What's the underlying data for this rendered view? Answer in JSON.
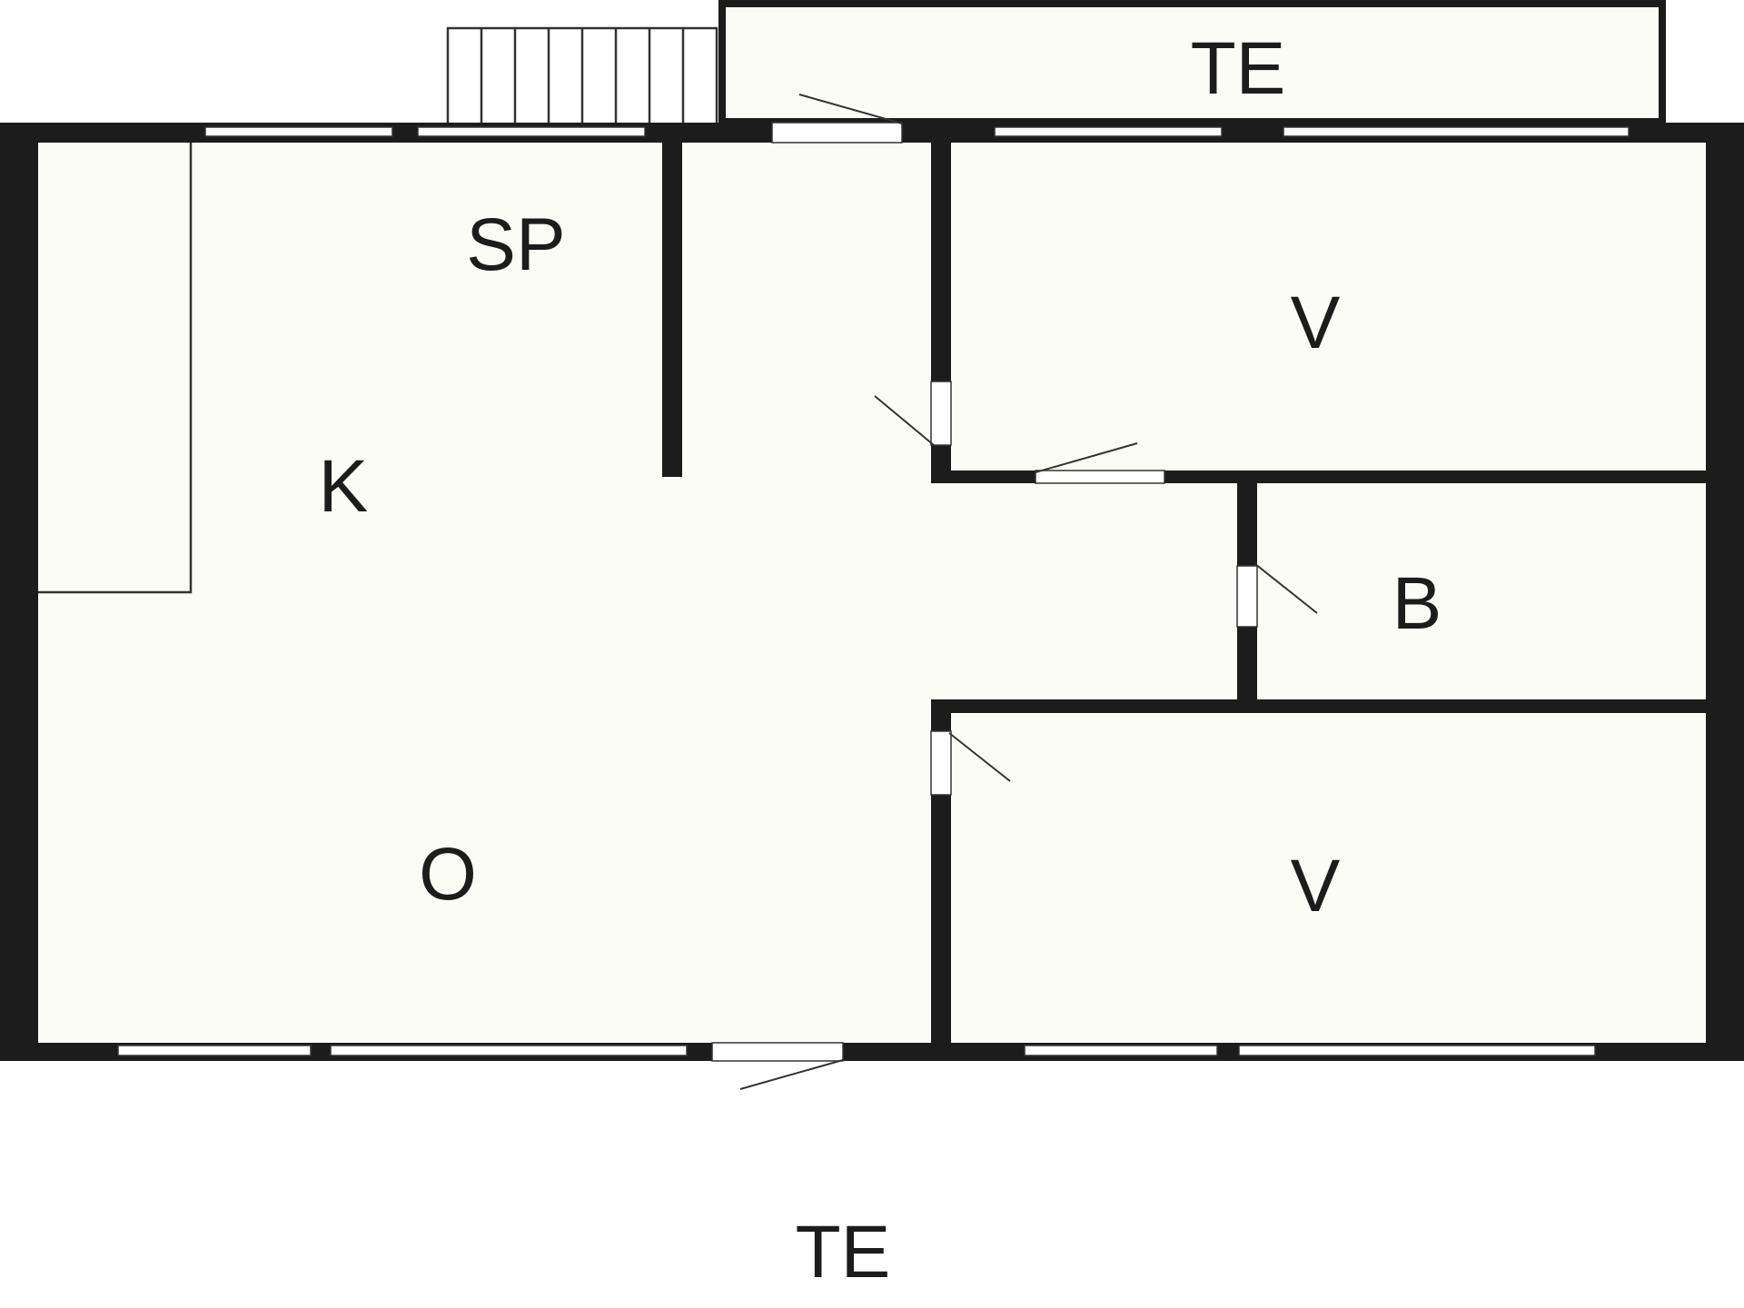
{
  "plan": {
    "labels": {
      "terrace_top": "TE",
      "storage": "SP",
      "bedroom_top": "V",
      "kitchen": "K",
      "bathroom": "B",
      "living_room": "O",
      "bedroom_bottom": "V",
      "terrace_bottom": "TE"
    },
    "colors": {
      "wall": "#1c1c1c",
      "floor": "#fcfcf6",
      "background": "#ffffff",
      "window": "#ffffff",
      "line": "#333333"
    }
  }
}
